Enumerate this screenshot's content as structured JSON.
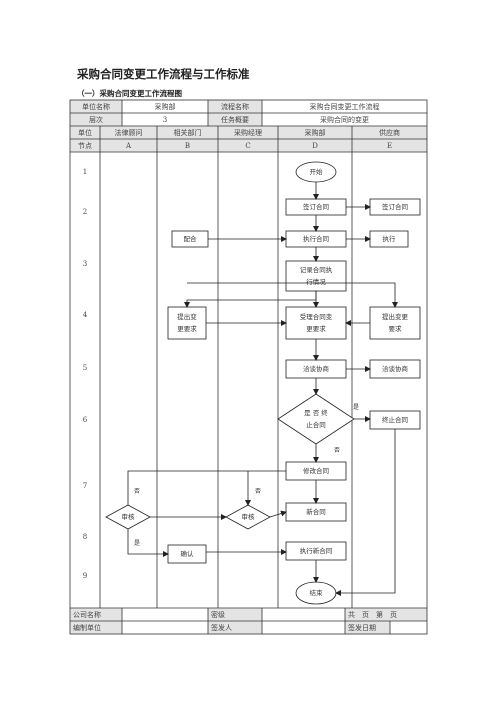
{
  "doc": {
    "title": "采购合同变更工作流程与工作标准",
    "subtitle": "（一）采购合同变更工作流程图"
  },
  "header": {
    "unit_name_label": "单位名称",
    "unit_name_value": "采购部",
    "process_name_label": "流程名称",
    "process_name_value": "采购合同变更工作流程",
    "level_label": "层次",
    "level_value": "3",
    "task_label": "任务概要",
    "task_value": "采购合同的变更",
    "unit_label": "单位",
    "node_label": "节点",
    "columns": [
      {
        "unit": "法律顾问",
        "node": "A"
      },
      {
        "unit": "相关部门",
        "node": "B"
      },
      {
        "unit": "采购经理",
        "node": "C"
      },
      {
        "unit": "采购部",
        "node": "D"
      },
      {
        "unit": "供应商",
        "node": "E"
      }
    ]
  },
  "rows": [
    "1",
    "2",
    "3",
    "4",
    "5",
    "6",
    "7",
    "8",
    "9"
  ],
  "flow": {
    "start": "开始",
    "sign_contract": "签订合同",
    "sign_contract_supplier": "签订合同",
    "cooperate": "配合",
    "execute_contract": "执行合同",
    "execute_supplier": "执行",
    "record_line1": "记录合同执",
    "record_line2": "行情况",
    "propose_change_dept_line1": "提出变",
    "propose_change_dept_line2": "更要求",
    "accept_change_line1": "受理合同变",
    "accept_change_line2": "更要求",
    "propose_change_supplier_line1": "提出变更",
    "propose_change_supplier_line2": "要求",
    "negotiate": "洽谈协商",
    "negotiate_supplier": "洽谈协商",
    "decision_line1": "是 否 终",
    "decision_line2": "止合同",
    "yes_label": "是",
    "no_label": "否",
    "terminate_contract": "终止合同",
    "modify_contract": "修改合同",
    "new_contract": "新合同",
    "review_legal": "审核",
    "review_manager": "审核",
    "legal_no": "否",
    "legal_yes": "是",
    "manager_no": "否",
    "confirm": "确认",
    "execute_new_contract": "执行新合同",
    "end": "结束"
  },
  "footer": {
    "company_label": "公司名称",
    "secret_label": "密级",
    "pages_text": "共　页　第　页",
    "editor_label": "编制单位",
    "issuer_label": "签发人",
    "issue_date_label": "签发日期"
  }
}
